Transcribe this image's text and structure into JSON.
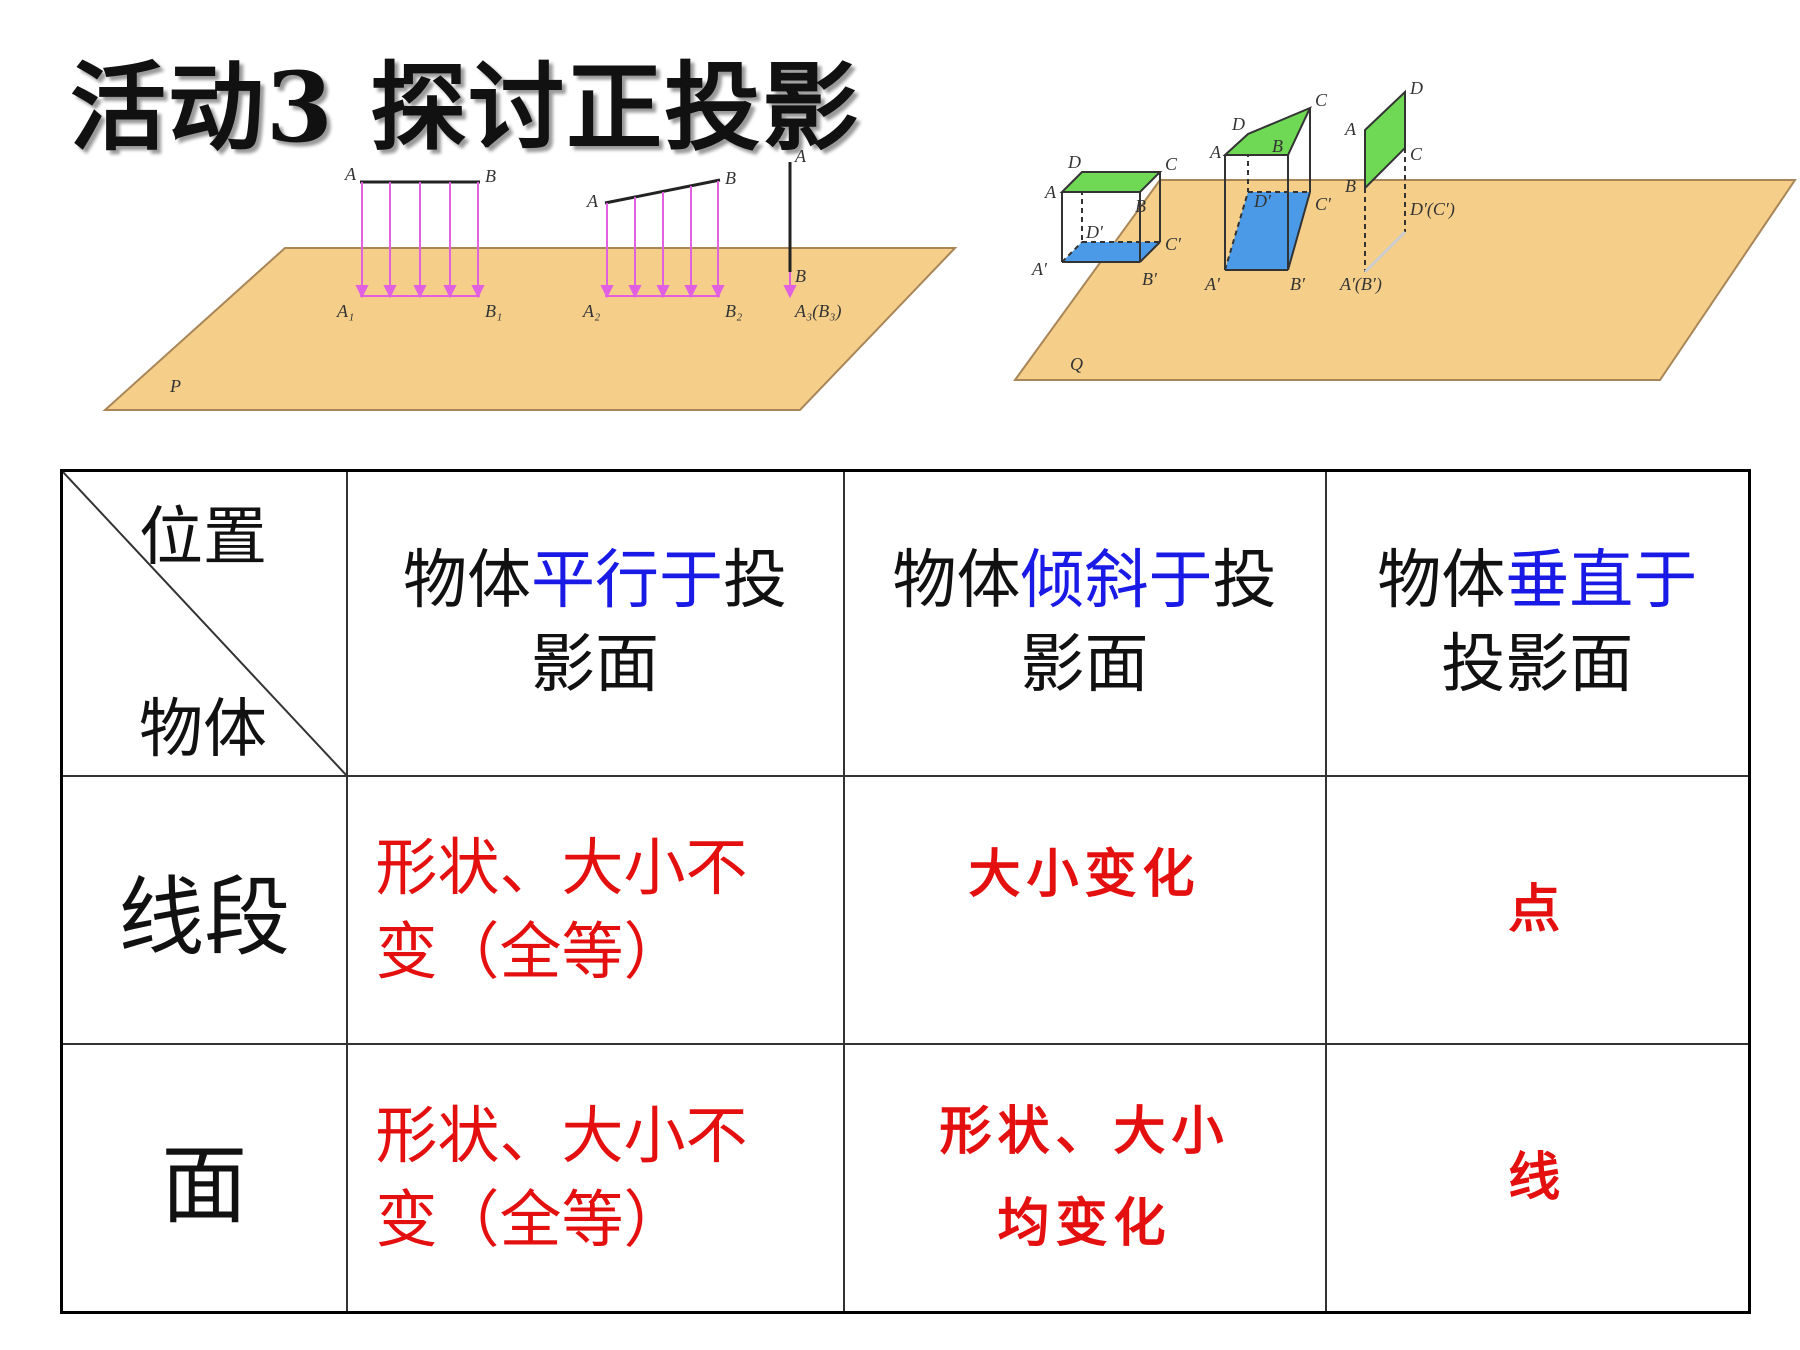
{
  "title": "活动3 探讨正投影",
  "figure_left": {
    "labels": {
      "A": "A",
      "B": "B",
      "A1": "A₁",
      "B1": "B₁",
      "A2": "A₂",
      "B2": "B₂",
      "A3B3": "A₃(B₃)",
      "P": "P"
    }
  },
  "figure_right": {
    "labels": {
      "A": "A",
      "B": "B",
      "C": "C",
      "D": "D",
      "Ap": "A′",
      "Bp": "B′",
      "Cp": "C′",
      "Dp": "D′",
      "DpCp": "D′(C′)",
      "ApBp": "A′(B′)",
      "Q": "Q"
    }
  },
  "table": {
    "corner_top": "位置",
    "corner_bottom": "物体",
    "headers": [
      {
        "pre": "物体",
        "hl": "平行于",
        "post": "投",
        "line2": "影面"
      },
      {
        "pre": "物体",
        "hl": "倾斜于",
        "post": "投",
        "line2": "影面"
      },
      {
        "pre": "物体",
        "hl": "垂直于",
        "post": "",
        "line2": "投影面"
      }
    ],
    "rows": [
      {
        "label": "线段",
        "cells": [
          {
            "line1": "形状、大小不",
            "line2": "变（全等）"
          },
          {
            "line1": "大小变化",
            "line2": ""
          },
          {
            "line1": "点",
            "line2": ""
          }
        ]
      },
      {
        "label": "面",
        "cells": [
          {
            "line1": "形状、大小不",
            "line2": "变（全等）"
          },
          {
            "line1": "形状、大小",
            "line2": "均变化"
          },
          {
            "line1": "线",
            "line2": ""
          }
        ]
      }
    ]
  },
  "colors": {
    "plane": "#f5cf8a",
    "plane_edge": "#a88658",
    "projection_arrow": "#e060e0",
    "face_green": "#6fd855",
    "face_blue": "#4a9ae8",
    "highlight_blue": "#1a1ae6",
    "answer_red": "#e41010"
  }
}
